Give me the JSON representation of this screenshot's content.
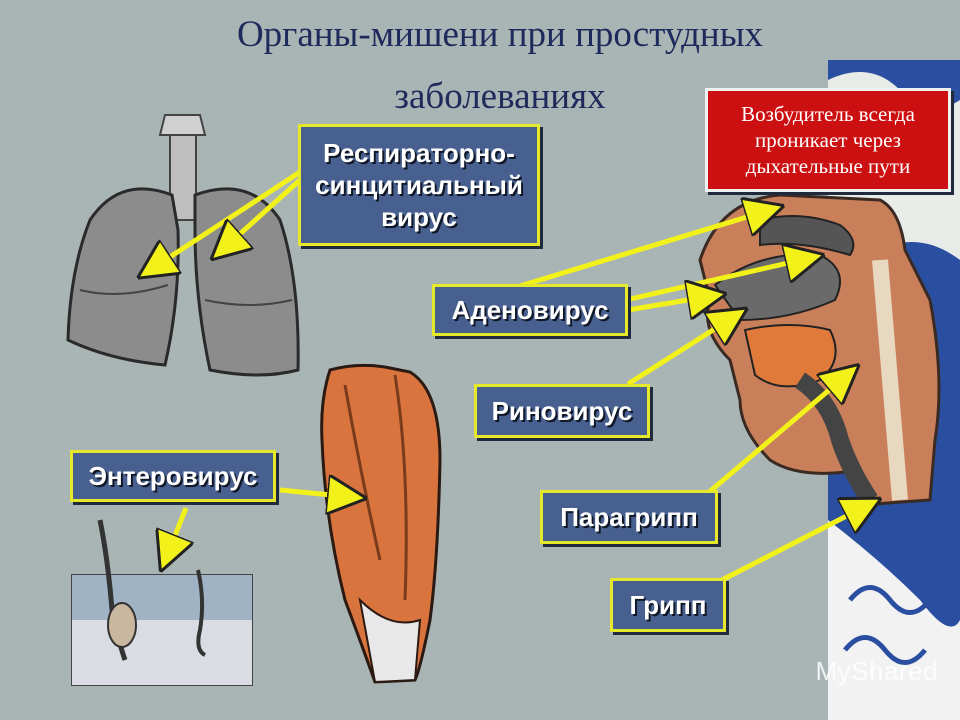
{
  "title": {
    "line1": "Органы-мишени при простудных",
    "line2": "заболеваниях"
  },
  "callout": {
    "line1": "Возбудитель всегда",
    "line2": "проникает через",
    "line3": "дыхательные пути"
  },
  "labels": {
    "rsv_line1": "Респираторно-",
    "rsv_line2": "синцитиальный",
    "rsv_line3": "вирус",
    "adenovirus": "Аденовирус",
    "rhinovirus": "Риновирус",
    "enterovirus": "Энтеровирус",
    "parainfluenza": "Парагрипп",
    "influenza": "Грипп"
  },
  "watermark": "MyShared",
  "colors": {
    "label_bg": "#48608f",
    "label_border": "#e6e82a",
    "arrow": "#f2f21a",
    "callout_bg": "#cc0f10",
    "title": "#1f2a5c",
    "background": "#a9b5b4"
  }
}
